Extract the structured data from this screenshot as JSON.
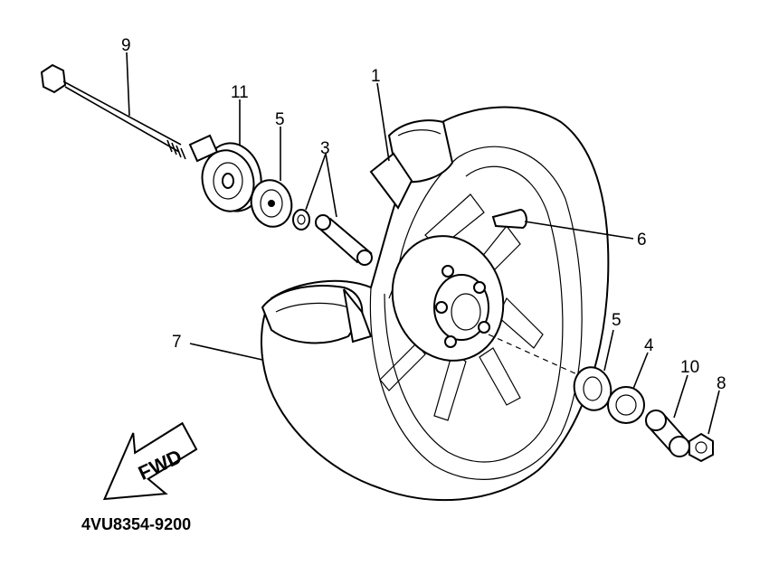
{
  "diagram": {
    "part_code": "4VU8354-9200",
    "direction_label": "FWD",
    "callouts": {
      "c1": "1",
      "c3": "3",
      "c4": "4",
      "c5a": "5",
      "c5b": "5",
      "c6": "6",
      "c7": "7",
      "c8": "8",
      "c9": "9",
      "c10": "10",
      "c11": "11"
    }
  }
}
